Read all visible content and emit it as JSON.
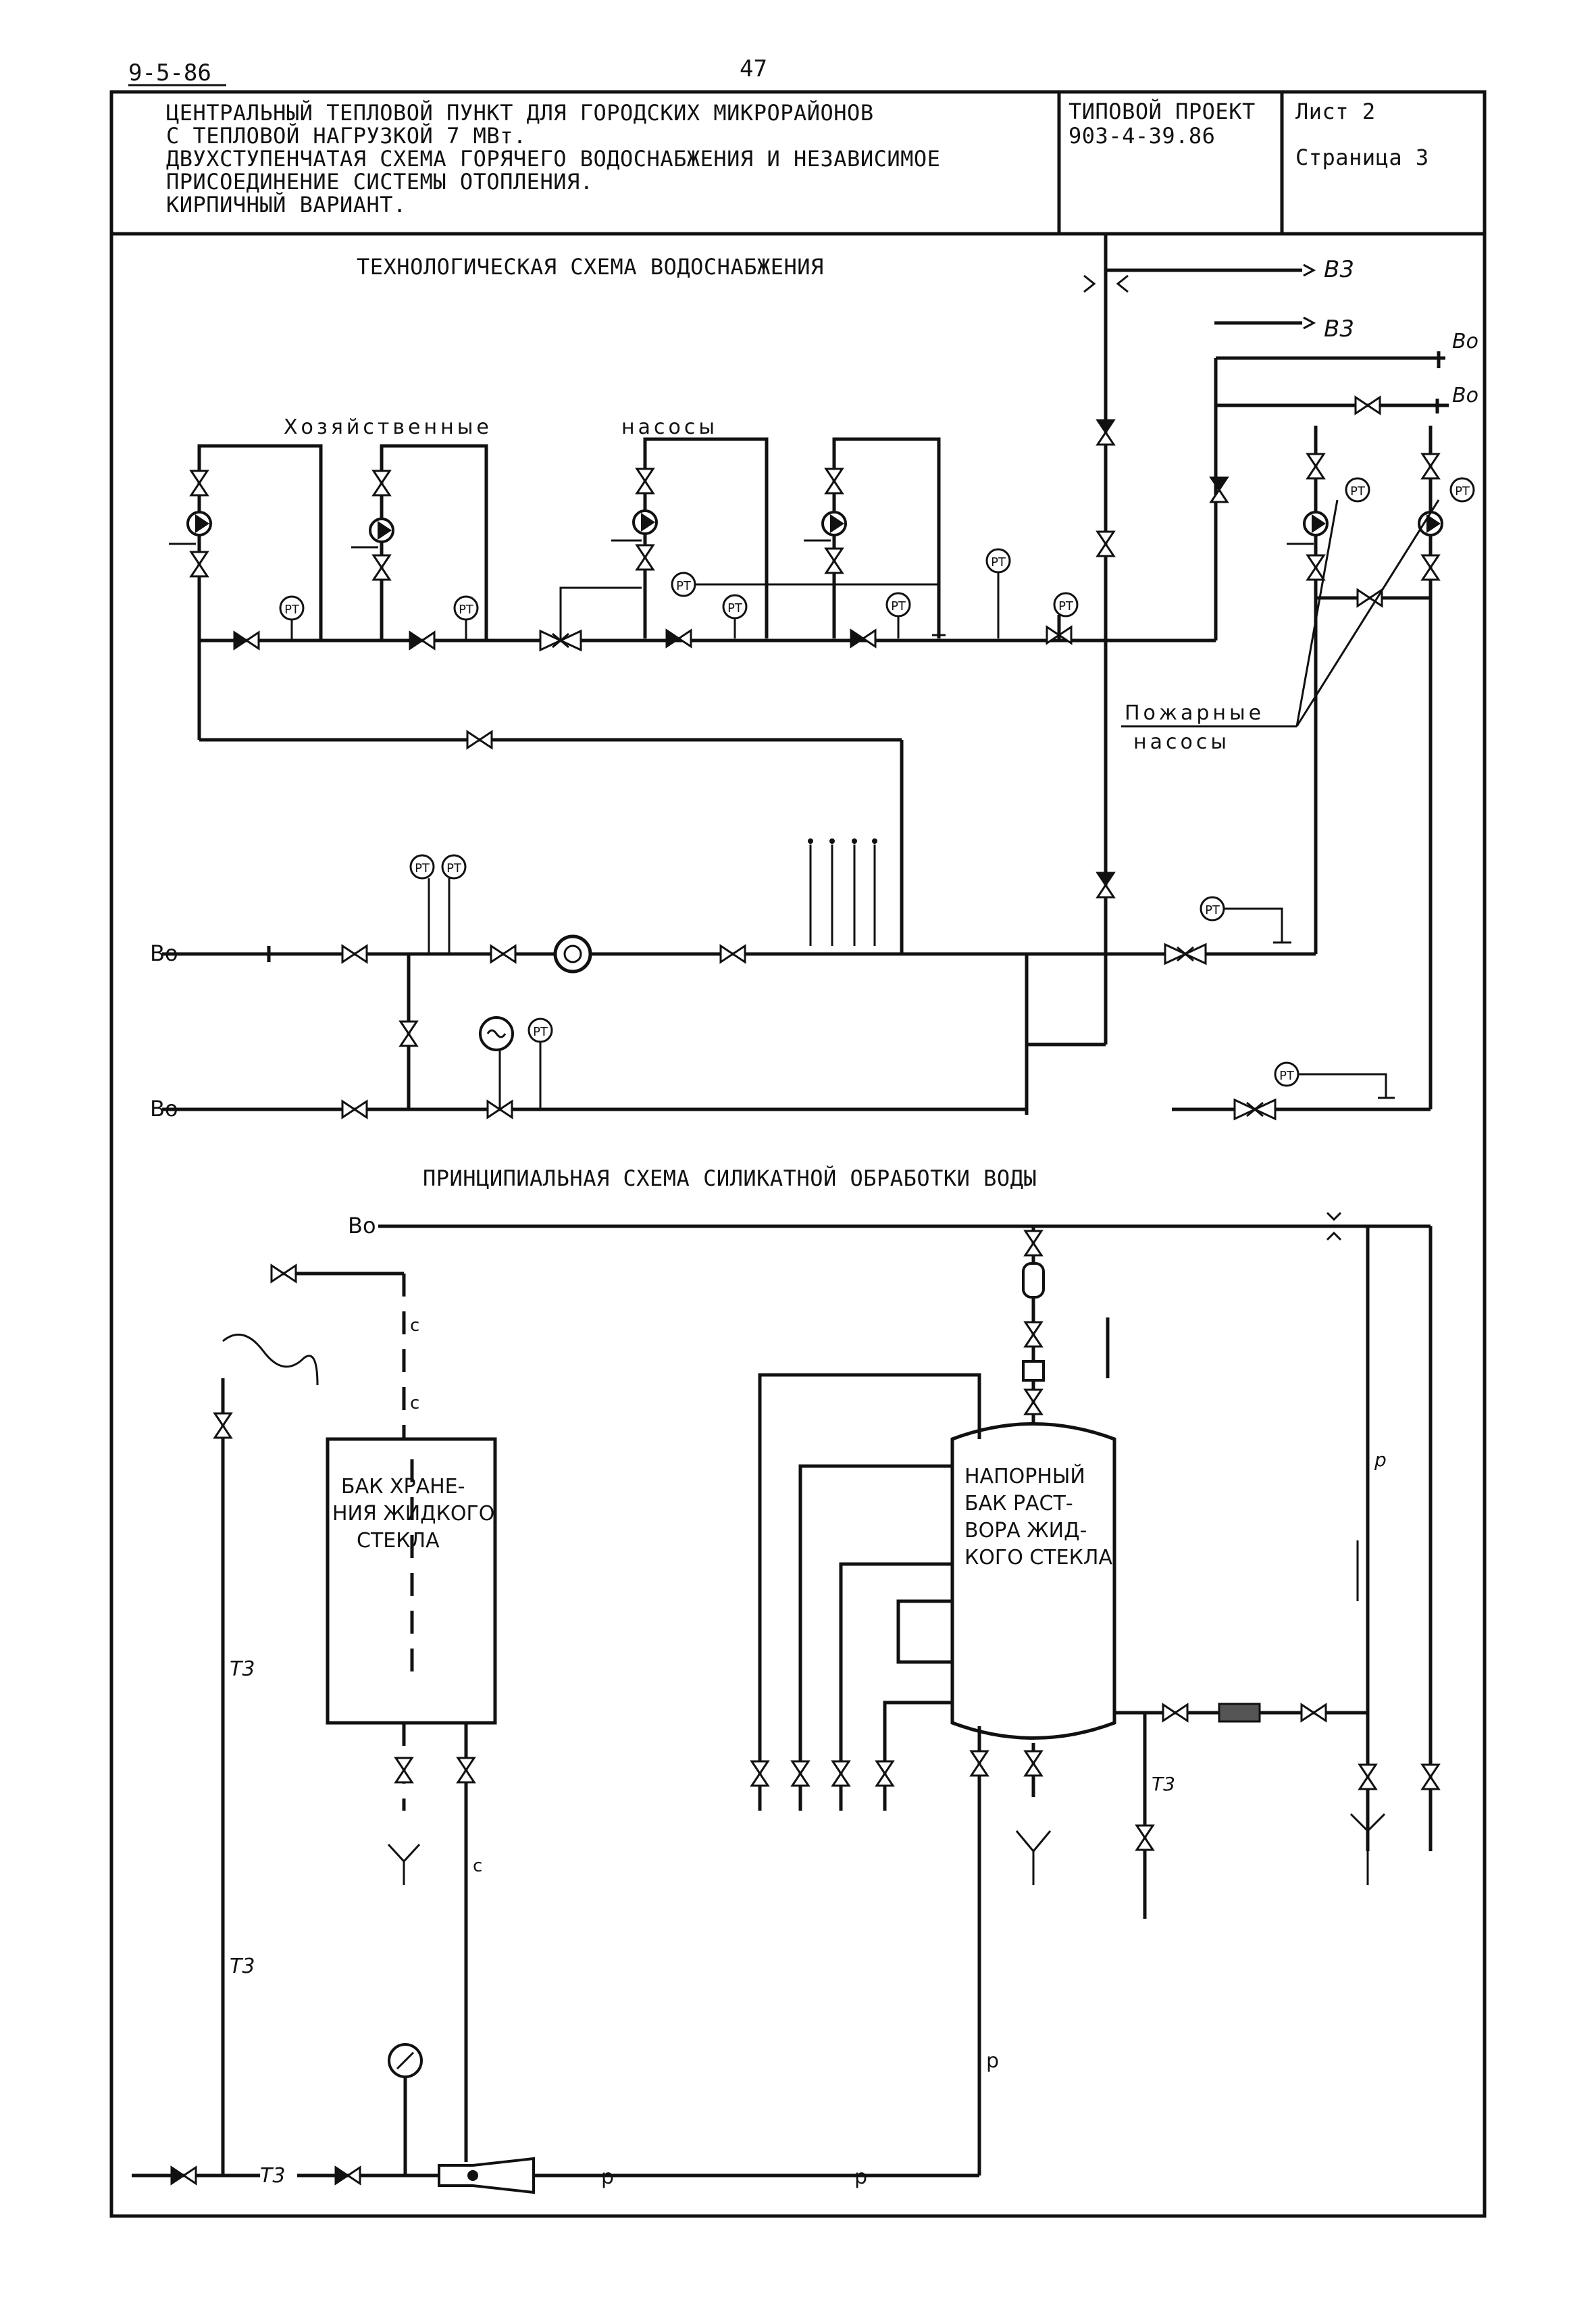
{
  "page": {
    "code": "9-5-86",
    "number": "47"
  },
  "title_block": {
    "lines": [
      "ЦЕНТРАЛЬНЫЙ ТЕПЛОВОЙ ПУНКТ ДЛЯ ГОРОДСКИХ МИКРОРАЙОНОВ",
      "С ТЕПЛОВОЙ НАГРУЗКОЙ 7 МВт.",
      "ДВУХСТУПЕНЧАТАЯ СХЕМА ГОРЯЧЕГО ВОДОСНАБЖЕНИЯ И НЕЗАВИСИМОЕ",
      "ПРИСОЕДИНЕНИЕ СИСТЕМЫ ОТОПЛЕНИЯ.",
      "КИРПИЧНЫЙ ВАРИАНТ."
    ],
    "project_label": "ТИПОВОЙ ПРОЕКТ",
    "project_number": "903-4-39.86",
    "sheet": "Лист 2",
    "page_label": "Страница 3"
  },
  "diagram1": {
    "title": "ТЕХНОЛОГИЧЕСКАЯ СХЕМА ВОДОСНАБЖЕНИЯ",
    "label_household": "Хозяйственные",
    "label_pumps": "насосы",
    "label_fire_1": "Пожарные",
    "label_fire_2": "насосы",
    "b3_top": "В3",
    "b3_second": "В3",
    "bo_right_1": "Во",
    "bo_right_2": "Во",
    "bo_left_1": "Во",
    "bo_left_2": "Во",
    "gauge": "РТ"
  },
  "diagram2": {
    "title": "ПРИНЦИПИАЛЬНАЯ СХЕМА СИЛИКАТНОЙ ОБРАБОТКИ ВОДЫ",
    "bo_top": "Во",
    "tank_storage": [
      "БАК ХРАНЕ-",
      "НИЯ ЖИДКОГО",
      "СТЕКЛА"
    ],
    "tank_pressure": [
      "НАПОРНЫЙ",
      "БАК РАСТ-",
      "ВОРА ЖИД-",
      "КОГО СТЕКЛА"
    ],
    "t3": "Т3",
    "p": "р",
    "c": "с"
  }
}
